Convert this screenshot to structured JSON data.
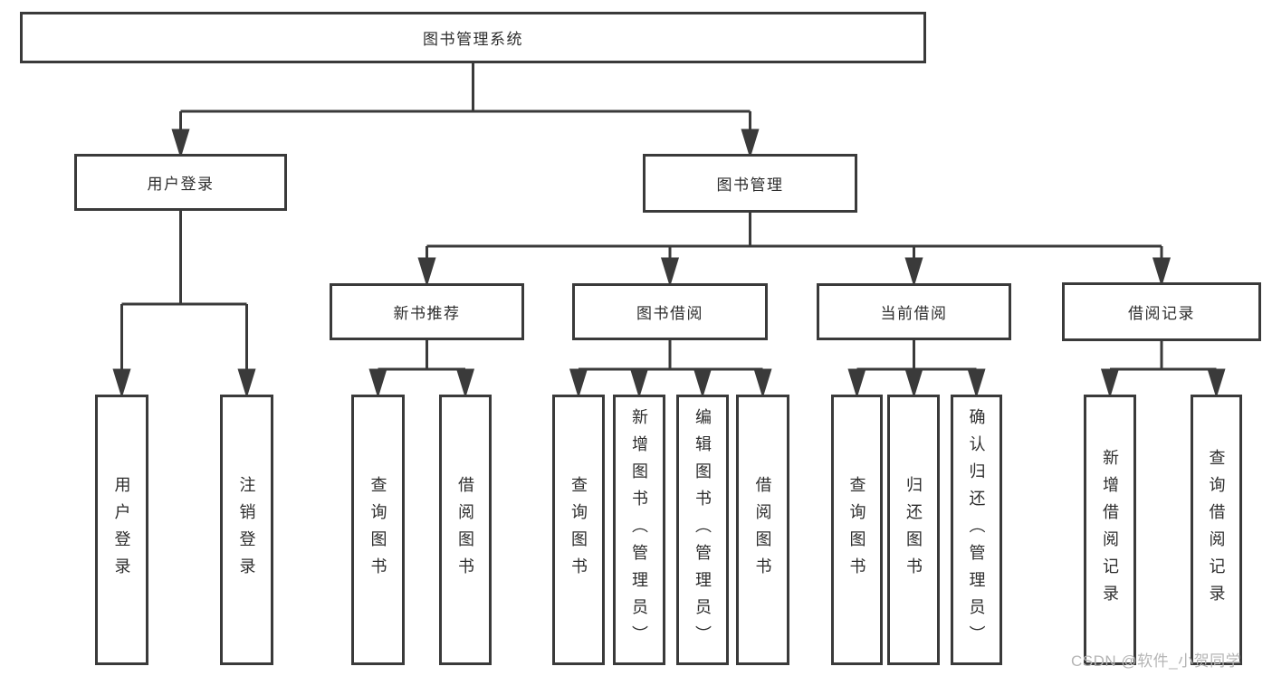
{
  "tree": {
    "label": "图书管理系统",
    "children": [
      {
        "label": "用户登录",
        "children": [
          {
            "label": "用户登录"
          },
          {
            "label": "注销登录"
          }
        ]
      },
      {
        "label": "图书管理",
        "children": [
          {
            "label": "新书推荐",
            "children": [
              {
                "label": "查询图书"
              },
              {
                "label": "借阅图书"
              }
            ]
          },
          {
            "label": "图书借阅",
            "children": [
              {
                "label": "查询图书"
              },
              {
                "label": "新增图书（管理员）"
              },
              {
                "label": "编辑图书（管理员）"
              },
              {
                "label": "借阅图书"
              }
            ]
          },
          {
            "label": "当前借阅",
            "children": [
              {
                "label": "查询图书"
              },
              {
                "label": "归还图书"
              },
              {
                "label": "确认归还（管理员）"
              }
            ]
          },
          {
            "label": "借阅记录",
            "children": [
              {
                "label": "新增借阅记录"
              },
              {
                "label": "查询借阅记录"
              }
            ]
          }
        ]
      }
    ]
  },
  "watermark": {
    "text": "CSDN @软件_小贺同学"
  },
  "colors": {
    "line": "#3a3a3a",
    "text": "#2d2d2d",
    "watermark": "#b5b5b5",
    "background": "#ffffff"
  }
}
